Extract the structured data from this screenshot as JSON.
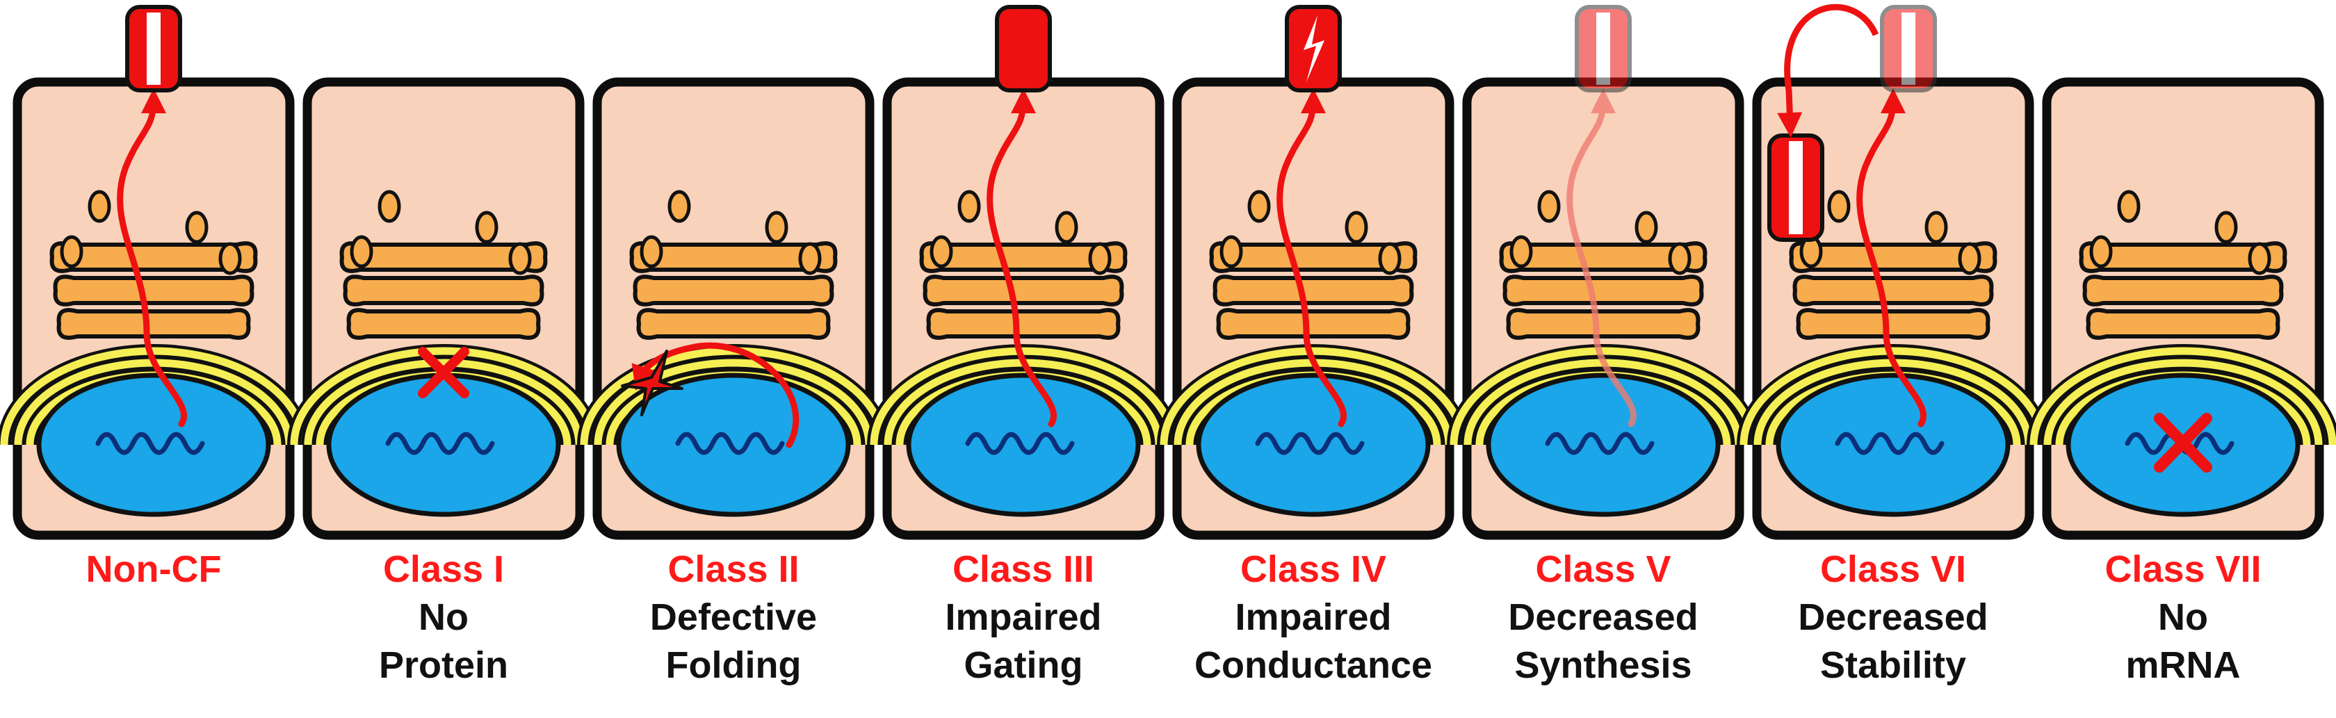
{
  "colors": {
    "cell_fill": "#f9d2bc",
    "cell_border": "#0d0d0d",
    "nucleus": "#1aa6e8",
    "dna": "#0d2f7a",
    "er": "#f5ef55",
    "golgi": "#f7ac4d",
    "channel": "#ee1111",
    "class_label": "#ff1a1a",
    "desc_label": "#111111"
  },
  "panels": [
    {
      "id": "noncf",
      "label": "Non-CF",
      "desc1": "",
      "desc2": "",
      "channel": "normal",
      "path": "full",
      "mark": "none"
    },
    {
      "id": "class1",
      "label": "Class I",
      "desc1": "No",
      "desc2": "Protein",
      "channel": "none",
      "path": "none",
      "mark": "x-er"
    },
    {
      "id": "class2",
      "label": "Class II",
      "desc1": "Defective",
      "desc2": "Folding",
      "channel": "none",
      "path": "er-loop",
      "mark": "star"
    },
    {
      "id": "class3",
      "label": "Class III",
      "desc1": "Impaired",
      "desc2": "Gating",
      "channel": "closed",
      "path": "full",
      "mark": "none"
    },
    {
      "id": "class4",
      "label": "Class IV",
      "desc1": "Impaired",
      "desc2": "Conductance",
      "channel": "bolt",
      "path": "full",
      "mark": "none"
    },
    {
      "id": "class5",
      "label": "Class V",
      "desc1": "Decreased",
      "desc2": "Synthesis",
      "channel": "faded",
      "path": "faded",
      "mark": "none"
    },
    {
      "id": "class6",
      "label": "Class VI",
      "desc1": "Decreased",
      "desc2": "Stability",
      "channel": "recycle",
      "path": "full",
      "mark": "none"
    },
    {
      "id": "class7",
      "label": "Class VII",
      "desc1": "No",
      "desc2": "mRNA",
      "channel": "none",
      "path": "none",
      "mark": "x-nucleus"
    }
  ]
}
